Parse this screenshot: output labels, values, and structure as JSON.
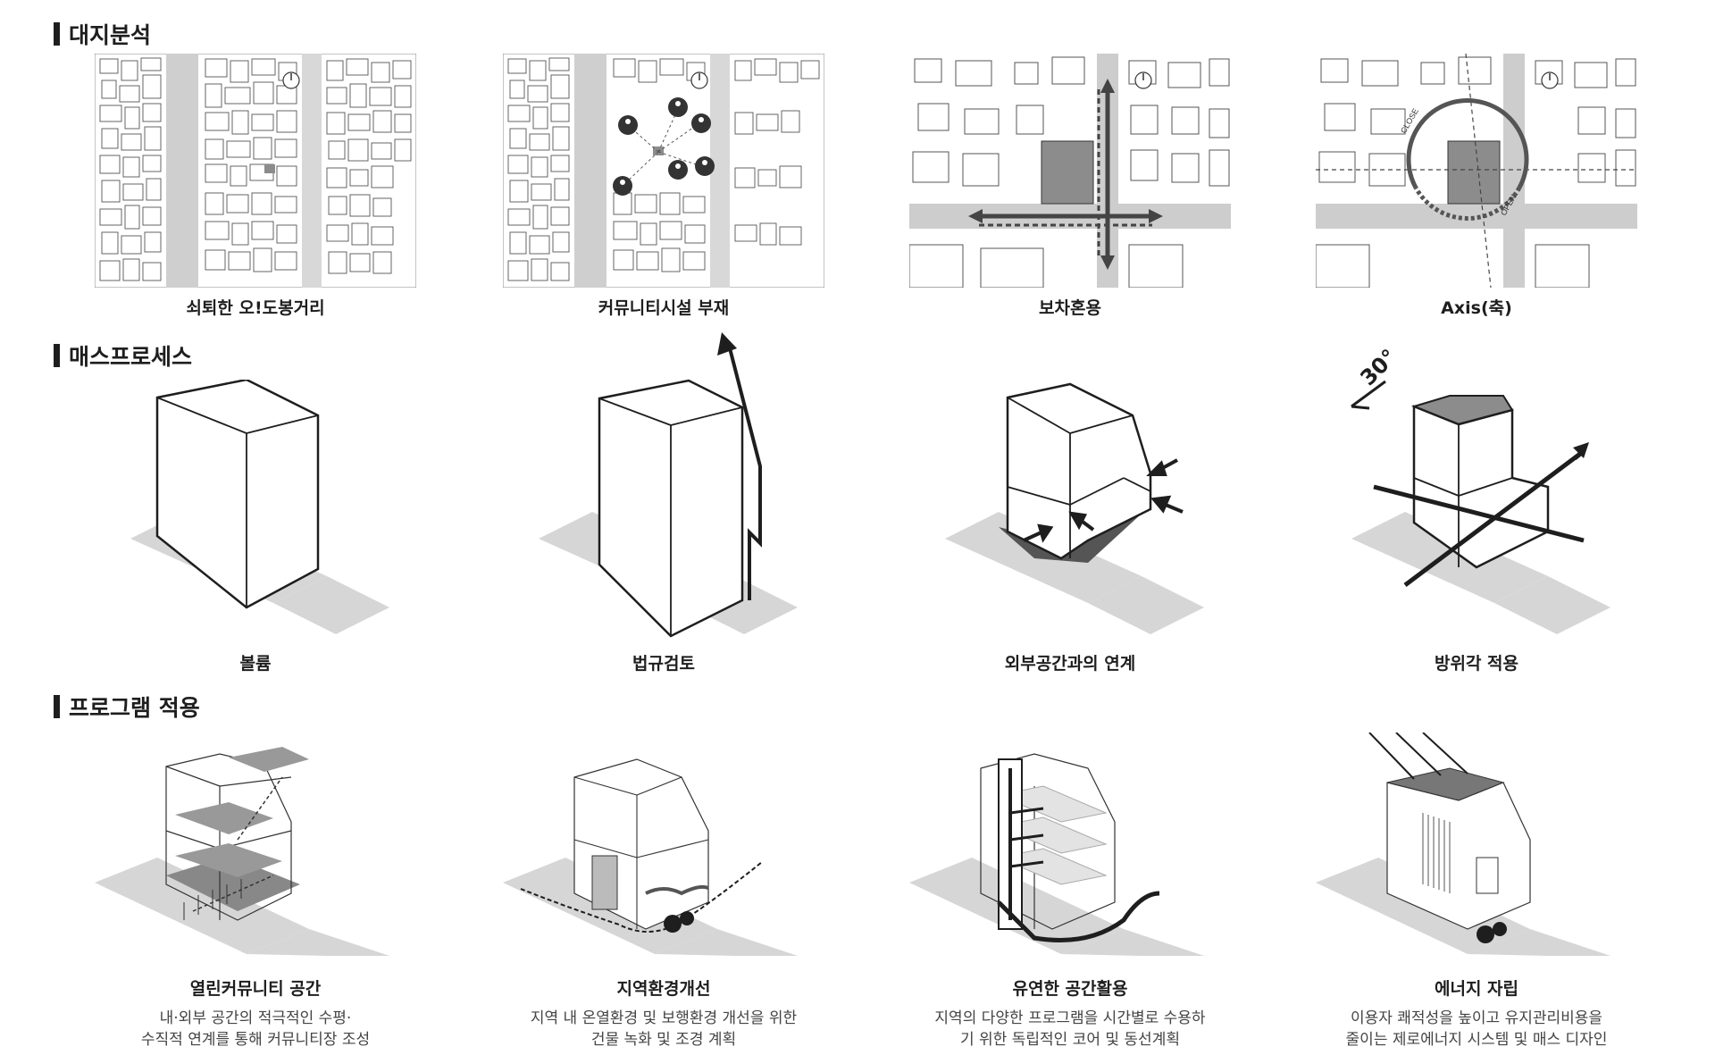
{
  "sections": {
    "site": {
      "title": "대지분석",
      "captions": [
        "쇠퇴한 오!도봉거리",
        "커뮤니티시설 부재",
        "보차혼용",
        "Axis(축)"
      ],
      "axis_labels": {
        "close": "CLOSE",
        "open": "OPEN"
      }
    },
    "mass": {
      "title": "매스프로세스",
      "captions": [
        "볼륨",
        "법규검토",
        "외부공간과의 연계",
        "방위각 적용"
      ],
      "angle_label": "30°"
    },
    "program": {
      "title": "프로그램 적용",
      "captions": [
        "열린커뮤니티 공간",
        "지역환경개선",
        "유연한 공간활용",
        "에너지 자립"
      ],
      "descriptions": [
        [
          "내·외부 공간의 적극적인 수평·",
          "수직적 연계를 통해 커뮤니티장 조성"
        ],
        [
          "지역 내 온열환경 및 보행환경 개선을 위한",
          "건물 녹화 및 조경 계획"
        ],
        [
          "지역의 다양한 프로그램을 시간별로 수용하",
          "기 위한 독립적인 코어 및 동선계획"
        ],
        [
          "이용자 쾌적성을 높이고 유지관리비용을",
          "줄이는 제로에너지 시스템 및 매스 디자인"
        ]
      ]
    }
  },
  "colors": {
    "ink": "#1e1e1e",
    "road": "#cdcdcd",
    "site": "#8c8c8c",
    "ground": "#d6d6d6"
  }
}
